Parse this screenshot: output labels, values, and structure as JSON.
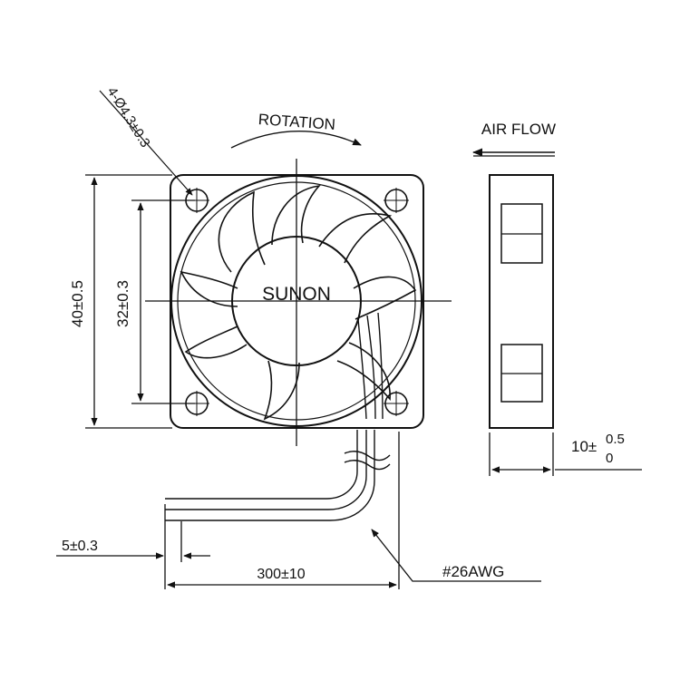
{
  "drawing": {
    "brand": "SUNON",
    "rotation_label": "ROTATION",
    "airflow_label": "AIR FLOW",
    "mount_hole_callout": "4-Ø4.3±0.3",
    "dim_outer": "40±0.5",
    "dim_hole_pitch": "32±0.3",
    "dim_thickness_main": "10±",
    "dim_thickness_tol_upper": "0.5",
    "dim_thickness_tol_lower": "0",
    "dim_strip": "5±0.3",
    "dim_lead_length": "300±10",
    "wire_gauge": "#26AWG"
  },
  "colors": {
    "line": "#111111",
    "background": "#ffffff"
  }
}
